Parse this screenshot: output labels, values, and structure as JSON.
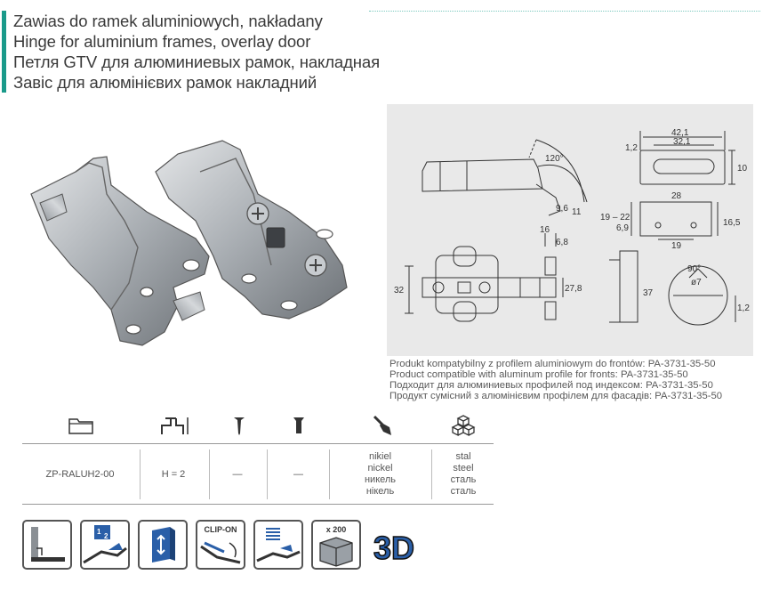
{
  "titles": [
    "Zawias do ramek aluminiowych, nakładany",
    "Hinge for aluminium frames, overlay door",
    "Петля GTV для алюминиевых рамок, накладная",
    "Завіс для алюмінієвих рамок накладний"
  ],
  "drawing": {
    "dims": {
      "angle_top": "120°",
      "d_96": "9,6",
      "d_11": "11",
      "d_421": "42,1",
      "d_321": "32,1",
      "d_12a": "1,2",
      "d_10": "10",
      "d_28": "28",
      "d_1922": "19 – 22",
      "d_69": "6,9",
      "d_19": "19",
      "d_165": "16,5",
      "d_16": "16",
      "d_68": "6,8",
      "d_32": "32",
      "d_278": "27,8",
      "d_37": "37",
      "d_angle90": "90°",
      "d_phi7": "ø7",
      "d_12b": "1,2"
    }
  },
  "compatibility": [
    "Produkt kompatybilny z profilem aluminiowym do frontów: PA-3731-35-50",
    "Product compatible with aluminum profile for fronts: PA-3731-35-50",
    "Подходит для алюминиевых профилей под индексом: PA-3731-35-50",
    "Продукт сумісний з алюмінієвим профілем для фасадів: PA-3731-35-50"
  ],
  "spec_table": {
    "icons": [
      "folder-icon",
      "hinge-height-icon",
      "wood-screw-icon",
      "euro-screw-icon",
      "paint-brush-icon",
      "material-cubes-icon"
    ],
    "code": "ZP-RALUH2-00",
    "height": "H = 2",
    "screw_a": "—",
    "screw_b": "—",
    "finish": [
      "nikiel",
      "nickel",
      "никель",
      "нікель"
    ],
    "material": [
      "stal",
      "steel",
      "сталь",
      "сталь"
    ]
  },
  "features": {
    "icons": [
      "profile-frame-icon",
      "adjustment-1-2-icon",
      "height-adjust-icon",
      "clip-on-icon",
      "spring-soft-close-icon",
      "box-x200-icon",
      "3d-adjust-icon"
    ],
    "clip_label": "CLIP-ON",
    "box_label": "x 200",
    "label_3d": "3D",
    "n1": "1",
    "n2": "2"
  },
  "colors": {
    "accent": "#1a9a8a",
    "drawing_bg": "#e9e9e9",
    "steel": "#9aa0a6"
  }
}
